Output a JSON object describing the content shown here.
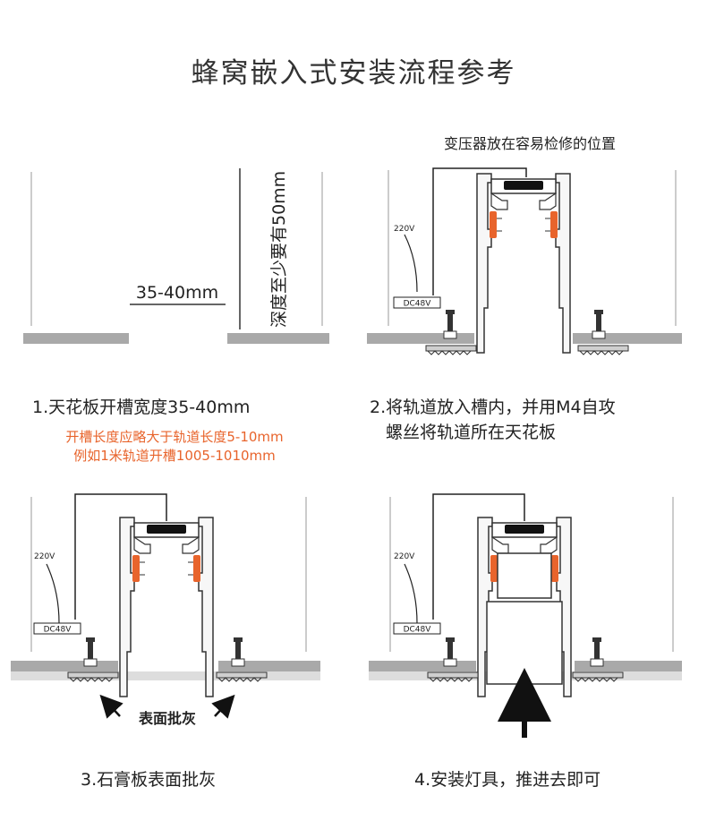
{
  "title": "蜂窝嵌入式安装流程参考",
  "step1": {
    "width_label": "35-40mm",
    "depth_label": "深度至少要有50mm",
    "caption": "1.天花板开槽宽度35-40mm",
    "note_line1": "开槽长度应略大于轨道长度5-10mm",
    "note_line2": "例如1米轨道开槽1005-1010mm"
  },
  "step2": {
    "transformer_note": "变压器放在容易检修的位置",
    "voltage_in": "220V",
    "voltage_out": "DC48V",
    "caption_line1": "2.将轨道放入槽内，并用M4自攻",
    "caption_line2": "螺丝将轨道所在天花板"
  },
  "step3": {
    "voltage_in": "220V",
    "voltage_out": "DC48V",
    "surface_label": "表面批灰",
    "caption": "3.石膏板表面批灰"
  },
  "step4": {
    "voltage_in": "220V",
    "voltage_out": "DC48V",
    "caption": "4.安装灯具，推进去即可"
  },
  "colors": {
    "accent_orange": "#e8642c",
    "ceiling_gray": "#a9a9a9",
    "plaster_light": "#dddddd",
    "rail_outline": "#333333",
    "rail_fill": "#f7f7f7"
  }
}
